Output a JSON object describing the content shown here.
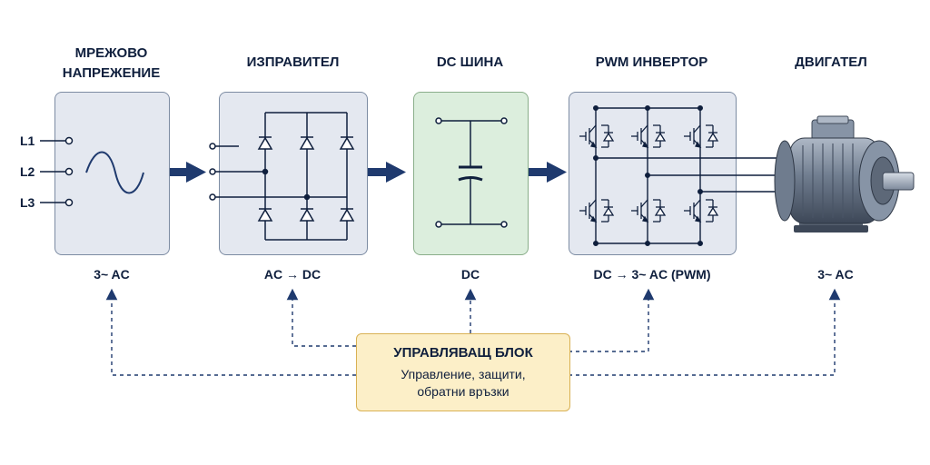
{
  "blocks": [
    {
      "title": "МРЕЖОВО\nНАПРЕЖЕНИЕ",
      "label": "3~ AC"
    },
    {
      "title": "ИЗПРАВИТЕЛ",
      "label": "AC → DC"
    },
    {
      "title": "DC ШИНА",
      "label": "DC"
    },
    {
      "title": "PWM ИНВЕРТОР",
      "label": "DC → 3~ AC (PWM)"
    },
    {
      "title": "ДВИГАТЕЛ",
      "label": "3~ AC"
    }
  ],
  "inputs": [
    "L1",
    "L2",
    "L3"
  ],
  "control": {
    "title": "УПРАВЛЯВАЩ БЛОК",
    "line1": "Управление, защити,",
    "line2": "обратни връзки"
  },
  "colors": {
    "arrow": "#1f3a6e",
    "block_border": "#7d8ca3",
    "block_fill": "#e4e8f0",
    "dc_fill": "#dceedd",
    "control_fill": "#fcefc8",
    "control_border": "#d9b154"
  }
}
